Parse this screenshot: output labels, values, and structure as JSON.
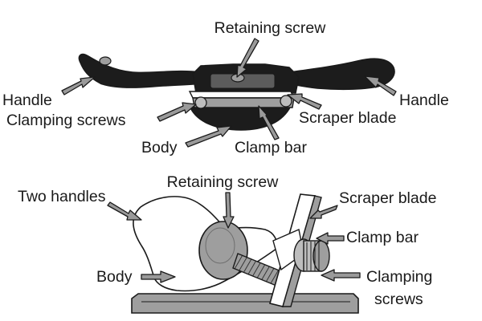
{
  "top_diagram": {
    "labels": {
      "retaining_screw": "Retaining screw",
      "handle_left": "Handle",
      "handle_right": "Handle",
      "clamping_screws": "Clamping screws",
      "scraper_blade": "Scraper blade",
      "body": "Body",
      "clamp_bar": "Clamp bar"
    }
  },
  "bottom_diagram": {
    "labels": {
      "two_handles": "Two handles",
      "retaining_screw": "Retaining screw",
      "scraper_blade": "Scraper blade",
      "clamp_bar": "Clamp bar",
      "body": "Body",
      "clamping_screws_line1": "Clamping",
      "clamping_screws_line2": "screws"
    }
  },
  "colors": {
    "tool_black": "#1c1c1c",
    "metal_grey": "#9e9e9e",
    "outline": "#1a1a1a"
  }
}
